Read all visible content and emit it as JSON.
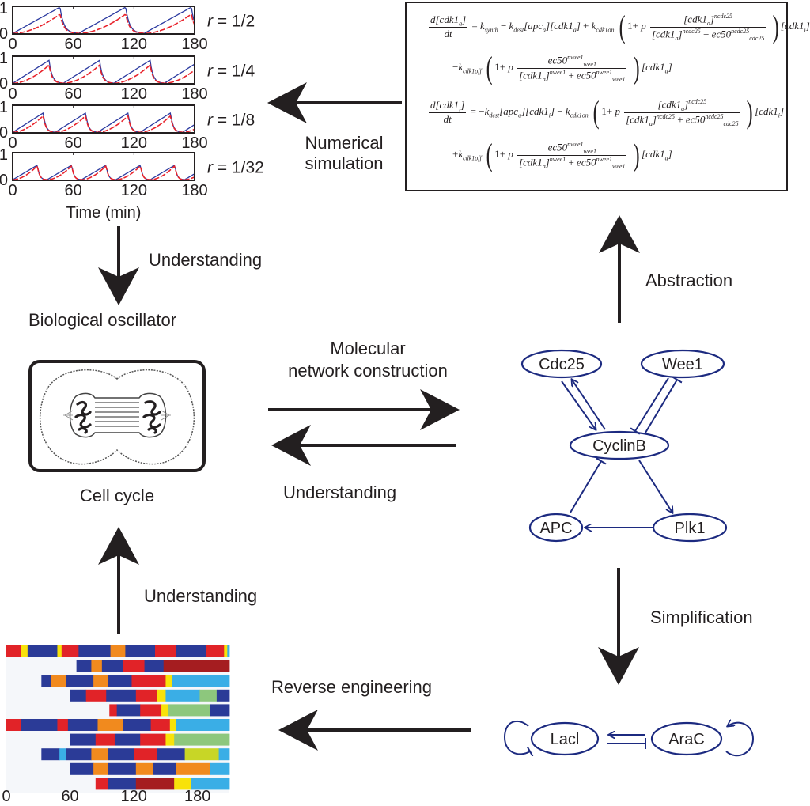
{
  "colors": {
    "arrow": "#231f20",
    "network_blue": "#1c2a80",
    "sim_blue": "#2b3aa0",
    "sim_red": "#e8222b",
    "text": "#231f20"
  },
  "simulation_plots": {
    "x_ticks": [
      "0",
      "60",
      "120",
      "180"
    ],
    "y_ticks": [
      "0",
      "1"
    ],
    "xlabel": "Time (min)",
    "panels": [
      {
        "r_label": "r = 1/2",
        "r_prefix": "r",
        "r_value": "= 1/2",
        "period_min": 65,
        "blue_peak": 0.97,
        "red_peak": 0.72
      },
      {
        "r_label": "r = 1/4",
        "r_prefix": "r",
        "r_value": "= 1/4",
        "period_min": 50,
        "blue_peak": 0.85,
        "red_peak": 0.68
      },
      {
        "r_label": "r = 1/8",
        "r_prefix": "r",
        "r_value": "= 1/8",
        "period_min": 42,
        "blue_peak": 0.72,
        "red_peak": 0.62
      },
      {
        "r_label": "r = 1/32",
        "r_prefix": "r",
        "r_value": "= 1/32",
        "period_min": 34,
        "blue_peak": 0.55,
        "red_peak": 0.53
      }
    ]
  },
  "equations": {
    "eq1_lhs_num": "d[cdk1a]",
    "eq1_lhs_den": "dt",
    "eq1_line1": "= k_synth − k_dest[apc_a][cdk1_a] + k_cdk1on ( 1 + p [cdk1_a]^ncdc25 / ([cdk1_a]^ncdc25 + ec50_cdc25^ncdc25) ) [cdk1_i]",
    "eq1_line2": "− k_cdk1off ( 1 + p ec50_wee1^nwee1 / ([cdk1_a]^nwee1 + ec50_wee1^nwee1) ) [cdk1_a]",
    "eq2_lhs_num": "d[cdk1i]",
    "eq2_lhs_den": "dt",
    "eq2_line1": "= −k_dest[apc_a][cdk1_i] − k_cdk1on ( 1 + p [cdk1_a]^ncdc25 / ([cdk1_a]^ncdc25 + ec50_cdc25^ncdc25) ) [cdk1_i]",
    "eq2_line2": "+ k_cdk1off ( 1 + p ec50_wee1^nwee1 / ([cdk1_a]^nwee1 + ec50_wee1^nwee1) ) [cdk1_a]"
  },
  "labels": {
    "numerical_simulation_1": "Numerical",
    "numerical_simulation_2": "simulation",
    "understanding_top": "Understanding",
    "biological_oscillator": "Biological oscillator",
    "abstraction": "Abstraction",
    "molecular_1": "Molecular",
    "molecular_2": "network construction",
    "understanding_middle": "Understanding",
    "cell_cycle": "Cell cycle",
    "understanding_bottom": "Understanding",
    "simplification": "Simplification",
    "reverse_engineering": "Reverse engineering"
  },
  "network": {
    "nodes": [
      "Cdc25",
      "Wee1",
      "CyclinB",
      "APC",
      "Plk1"
    ],
    "edges": [
      {
        "from": "Cdc25",
        "to": "CyclinB",
        "type": "activation"
      },
      {
        "from": "CyclinB",
        "to": "Cdc25",
        "type": "activation"
      },
      {
        "from": "Wee1",
        "to": "CyclinB",
        "type": "inhibition"
      },
      {
        "from": "CyclinB",
        "to": "Wee1",
        "type": "inhibition"
      },
      {
        "from": "CyclinB",
        "to": "Plk1",
        "type": "activation"
      },
      {
        "from": "Plk1",
        "to": "APC",
        "type": "activation"
      },
      {
        "from": "APC",
        "to": "CyclinB",
        "type": "inhibition"
      }
    ]
  },
  "synthetic": {
    "nodes": [
      "LacI",
      "AraC"
    ],
    "node_labels": [
      "Lacl",
      "AraC"
    ],
    "edges": [
      {
        "from": "LacI",
        "to": "LacI",
        "type": "inhibition"
      },
      {
        "from": "AraC",
        "to": "AraC",
        "type": "activation"
      },
      {
        "from": "AraC",
        "to": "LacI",
        "type": "activation"
      },
      {
        "from": "LacI",
        "to": "AraC",
        "type": "inhibition"
      }
    ]
  },
  "heatmap": {
    "x_ticks": [
      "0",
      "60",
      "120",
      "180"
    ],
    "x_range": [
      0,
      210
    ],
    "rows": [
      {
        "start": 0,
        "segments": [
          [
            "r",
            0,
            14
          ],
          [
            "y",
            14,
            20
          ],
          [
            "b",
            20,
            48
          ],
          [
            "y",
            48,
            52
          ],
          [
            "r",
            52,
            68
          ],
          [
            "b",
            68,
            98
          ],
          [
            "o",
            98,
            112
          ],
          [
            "b",
            112,
            140
          ],
          [
            "r",
            140,
            160
          ],
          [
            "b",
            160,
            188
          ],
          [
            "r",
            188,
            205
          ],
          [
            "y",
            205,
            208
          ],
          [
            "c",
            208,
            210
          ]
        ]
      },
      {
        "start": 66,
        "segments": [
          [
            "b",
            66,
            80
          ],
          [
            "o",
            80,
            90
          ],
          [
            "b",
            90,
            110
          ],
          [
            "r",
            110,
            130
          ],
          [
            "b",
            130,
            148
          ],
          [
            "dr",
            148,
            210
          ]
        ]
      },
      {
        "start": 33,
        "segments": [
          [
            "b",
            33,
            42
          ],
          [
            "o",
            42,
            56
          ],
          [
            "b",
            56,
            82
          ],
          [
            "o",
            82,
            96
          ],
          [
            "b",
            96,
            118
          ],
          [
            "r",
            118,
            150
          ],
          [
            "y",
            150,
            156
          ],
          [
            "c",
            156,
            210
          ]
        ]
      },
      {
        "start": 60,
        "segments": [
          [
            "b",
            60,
            75
          ],
          [
            "r",
            75,
            94
          ],
          [
            "b",
            94,
            122
          ],
          [
            "r",
            122,
            142
          ],
          [
            "y",
            142,
            150
          ],
          [
            "c",
            150,
            182
          ],
          [
            "g",
            182,
            198
          ],
          [
            "b",
            198,
            210
          ]
        ]
      },
      {
        "start": 97,
        "segments": [
          [
            "r",
            97,
            104
          ],
          [
            "b",
            104,
            126
          ],
          [
            "r",
            126,
            146
          ],
          [
            "y",
            146,
            152
          ],
          [
            "g",
            152,
            192
          ],
          [
            "b",
            192,
            210
          ]
        ]
      },
      {
        "start": 0,
        "segments": [
          [
            "r",
            0,
            14
          ],
          [
            "b",
            14,
            48
          ],
          [
            "r",
            48,
            58
          ],
          [
            "b",
            58,
            86
          ],
          [
            "o",
            86,
            110
          ],
          [
            "b",
            110,
            136
          ],
          [
            "r",
            136,
            154
          ],
          [
            "y",
            154,
            160
          ],
          [
            "c",
            160,
            210
          ]
        ]
      },
      {
        "start": 60,
        "segments": [
          [
            "b",
            60,
            84
          ],
          [
            "r",
            84,
            102
          ],
          [
            "b",
            102,
            126
          ],
          [
            "r",
            126,
            150
          ],
          [
            "y",
            150,
            158
          ],
          [
            "g",
            158,
            210
          ]
        ]
      },
      {
        "start": 33,
        "segments": [
          [
            "b",
            33,
            50
          ],
          [
            "c",
            50,
            56
          ],
          [
            "b",
            56,
            80
          ],
          [
            "o",
            80,
            96
          ],
          [
            "b",
            96,
            120
          ],
          [
            "r",
            120,
            142
          ],
          [
            "b",
            142,
            168
          ],
          [
            "yg",
            168,
            200
          ],
          [
            "c",
            200,
            210
          ]
        ]
      },
      {
        "start": 60,
        "segments": [
          [
            "b",
            60,
            82
          ],
          [
            "o",
            82,
            96
          ],
          [
            "b",
            96,
            122
          ],
          [
            "o",
            122,
            138
          ],
          [
            "b",
            138,
            160
          ],
          [
            "o",
            160,
            192
          ],
          [
            "c",
            192,
            210
          ]
        ]
      },
      {
        "start": 84,
        "segments": [
          [
            "r",
            84,
            96
          ],
          [
            "b",
            96,
            122
          ],
          [
            "dr",
            122,
            158
          ],
          [
            "y",
            158,
            174
          ],
          [
            "c",
            174,
            210
          ]
        ]
      }
    ]
  }
}
